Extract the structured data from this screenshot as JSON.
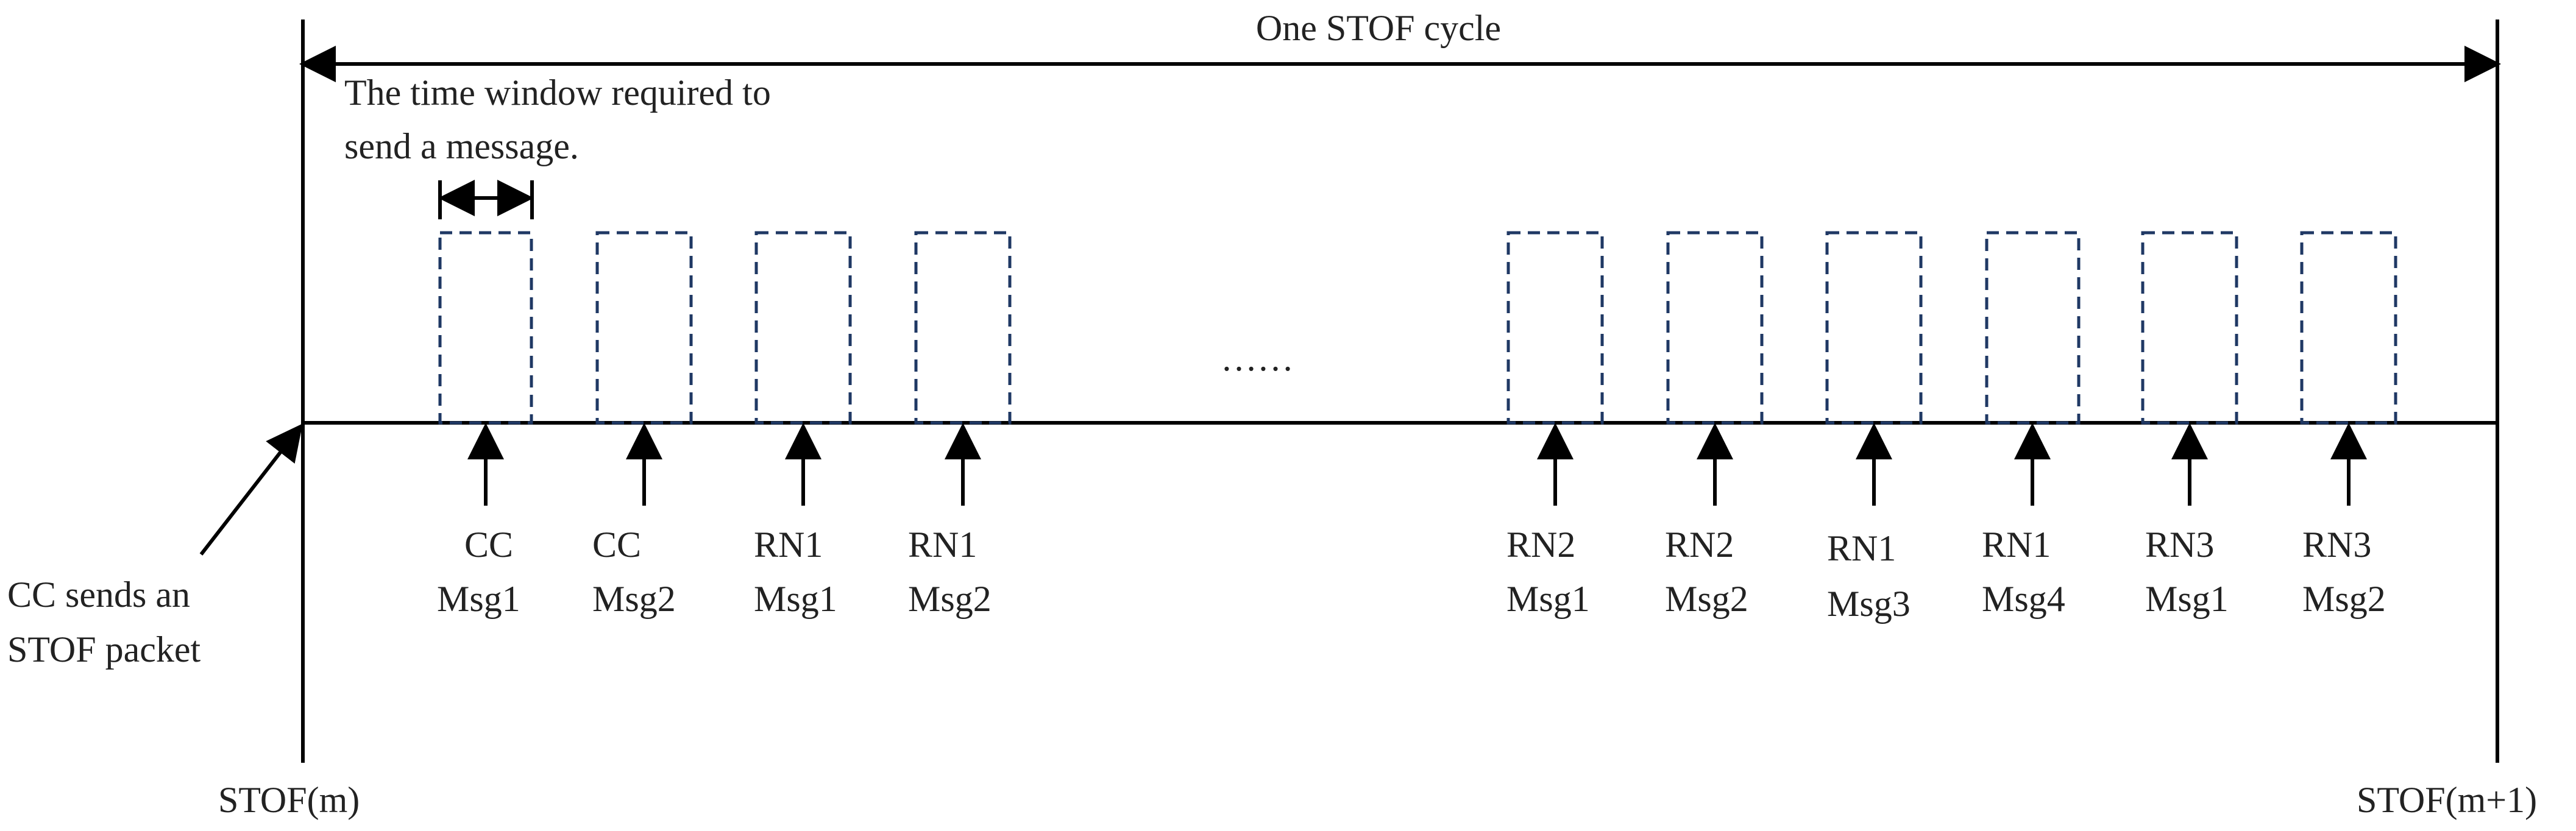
{
  "cycle_label": "One STOF cycle",
  "window_note": {
    "line1": "The time window required to",
    "line2": "send a message."
  },
  "cc_note": {
    "line1": "CC sends an",
    "line2": "STOF packet"
  },
  "start_label": "STOF(m)",
  "end_label": "STOF(m+1)",
  "ellipsis": "……",
  "slots": [
    {
      "line1": "CC",
      "line2": "Msg1"
    },
    {
      "line1": "CC",
      "line2": "Msg2"
    },
    {
      "line1": "RN1",
      "line2": "Msg1"
    },
    {
      "line1": "RN1",
      "line2": "Msg2"
    },
    {
      "line1": "RN2",
      "line2": "Msg1"
    },
    {
      "line1": "RN2",
      "line2": "Msg2"
    },
    {
      "line1": "RN1",
      "line2": "Msg3"
    },
    {
      "line1": "RN1",
      "line2": "Msg4"
    },
    {
      "line1": "RN3",
      "line2": "Msg1"
    },
    {
      "line1": "RN3",
      "line2": "Msg2"
    }
  ],
  "colors": {
    "line": "#000000",
    "slot_dash": "#1f3864",
    "text": "#222222"
  }
}
